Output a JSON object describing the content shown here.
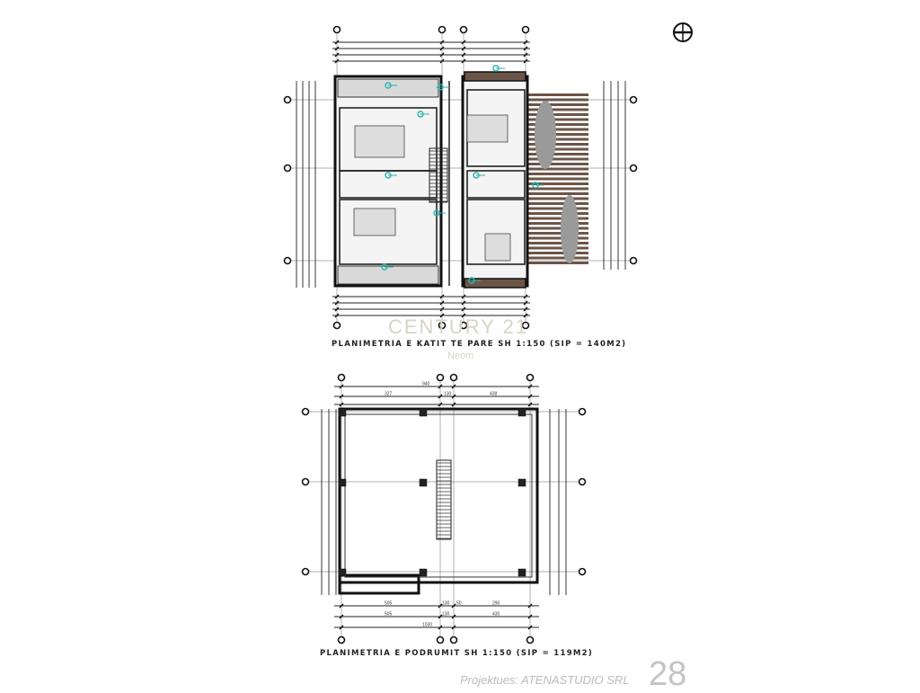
{
  "upper_plan": {
    "caption": "PLANIMETRIA E KATIT TE PARE SH 1:150 (SIP = 140M2)"
  },
  "basement_plan": {
    "caption": "PLANIMETRIA E PODRUMIT SH 1:150 (SIP = 119M2)",
    "dims_top": [
      "327",
      "130",
      "438",
      "940"
    ],
    "dims_bottom": [
      "505",
      "130",
      "50",
      "290",
      "505",
      "130",
      "430",
      "1030"
    ]
  },
  "watermark": {
    "brand": "CENTURY 21",
    "office": "Neom"
  },
  "footer": {
    "designer": "Projektues: ATENASTUDIO SRL",
    "page_number": "28"
  },
  "icons": {
    "north": "north-arrow-icon"
  },
  "colors": {
    "line": "#1a1a1a",
    "wall_fill": "#d9d9d9",
    "deck": "#6b5548",
    "annotation": "#2bb5b0",
    "tree": "#9a9a9a"
  }
}
